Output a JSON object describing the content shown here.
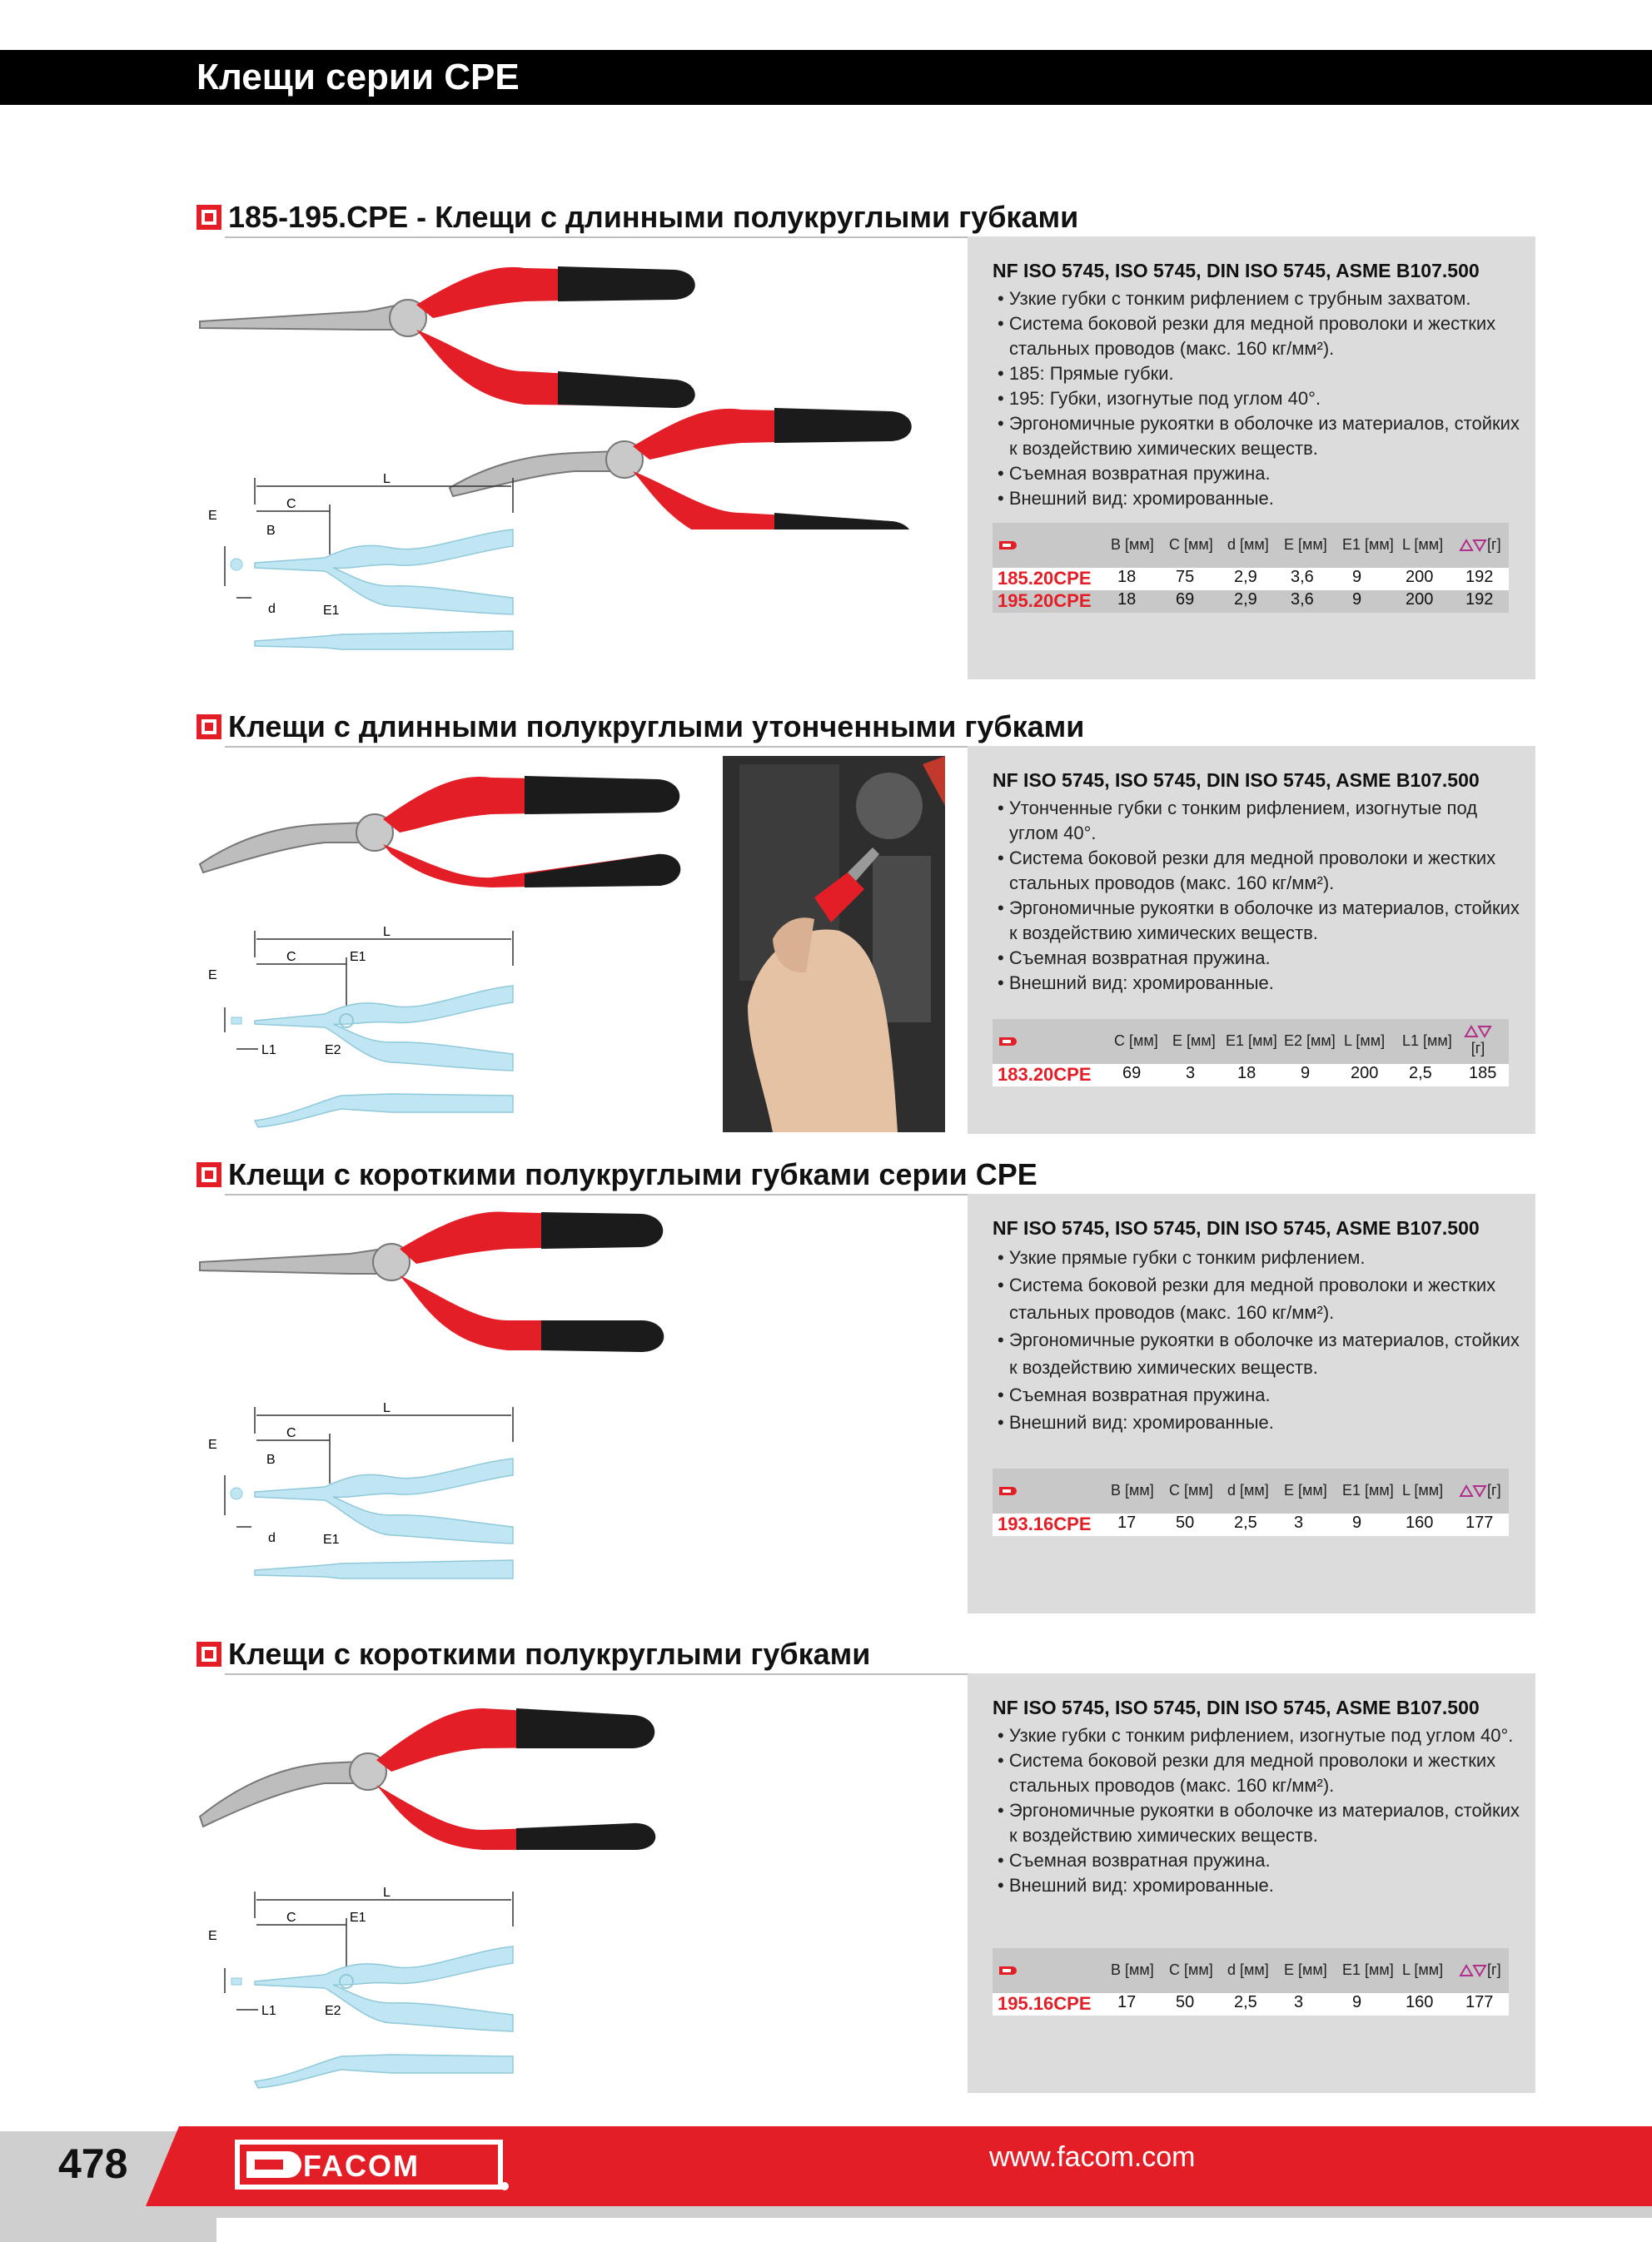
{
  "header": {
    "title": "Клещи серии CPE"
  },
  "sections": [
    {
      "title": "185-195.CPE - Клещи с длинными полукруглыми губками",
      "standard": "NF ISO 5745, ISO 5745, DIN ISO 5745, ASME B107.500",
      "bullets": [
        "Узкие губки с тонким рифлением с трубным захватом.",
        "Система боковой резки для медной проволоки и жестких стальных проводов (макс. 160 кг/мм²).",
        "185: Прямые губки.",
        "195: Губки, изогнутые под углом 40°.",
        "Эргономичные рукоятки в оболочке из материалов, стойких к воздействию химических веществ.",
        "Съемная возвратная пружина.",
        "Внешний вид: хромированные."
      ],
      "columns": [
        "B [мм]",
        "C [мм]",
        "d [мм]",
        "E [мм]",
        "E1 [мм]",
        "L [мм]",
        "[г]"
      ],
      "rows": [
        [
          "185.20CPE",
          "18",
          "75",
          "2,9",
          "3,6",
          "9",
          "200",
          "192"
        ],
        [
          "195.20CPE",
          "18",
          "69",
          "2,9",
          "3,6",
          "9",
          "200",
          "192"
        ]
      ],
      "dims": [
        "L",
        "C",
        "B",
        "E",
        "d",
        "E1"
      ]
    },
    {
      "title": "Клещи с длинными полукруглыми утонченными губками",
      "standard": "NF ISO 5745, ISO 5745, DIN ISO 5745, ASME B107.500",
      "bullets": [
        "Утонченные губки с тонким рифлением, изогнутые под углом 40°.",
        "Система боковой резки для медной проволоки и жестких стальных проводов (макс. 160 кг/мм²).",
        "Эргономичные рукоятки в оболочке из материалов, стойких к воздействию химических веществ.",
        "Съемная возвратная пружина.",
        "Внешний вид: хромированные."
      ],
      "columns": [
        "C [мм]",
        "E [мм]",
        "E1 [мм]",
        "E2 [мм]",
        "L [мм]",
        "L1 [мм]",
        "[г]"
      ],
      "rows": [
        [
          "183.20CPE",
          "69",
          "3",
          "18",
          "9",
          "200",
          "2,5",
          "185"
        ]
      ],
      "dims": [
        "L",
        "C",
        "E1",
        "E",
        "L1",
        "E2"
      ]
    },
    {
      "title": "Клещи с короткими полукруглыми губками серии CPE",
      "standard": "NF ISO 5745, ISO 5745, DIN ISO 5745, ASME B107.500",
      "bullets": [
        "Узкие прямые губки с тонким рифлением.",
        "Система боковой резки для медной проволоки и жестких стальных проводов (макс. 160 кг/мм²).",
        "Эргономичные рукоятки в оболочке из материалов, стойких к воздействию химических веществ.",
        "Съемная возвратная пружина.",
        "Внешний вид: хромированные."
      ],
      "columns": [
        "B [мм]",
        "C [мм]",
        "d [мм]",
        "E [мм]",
        "E1 [мм]",
        "L [мм]",
        "[г]"
      ],
      "rows": [
        [
          "193.16CPE",
          "17",
          "50",
          "2,5",
          "3",
          "9",
          "160",
          "177"
        ]
      ],
      "dims": [
        "L",
        "C",
        "B",
        "E",
        "d",
        "E1"
      ]
    },
    {
      "title": "Клещи с короткими полукруглыми губками",
      "standard": "NF ISO 5745, ISO 5745, DIN ISO 5745, ASME B107.500",
      "bullets": [
        "Узкие губки с тонким рифлением, изогнутые под углом 40°.",
        "Система боковой резки для медной проволоки и жестких стальных проводов (макс. 160 кг/мм²).",
        "Эргономичные рукоятки в оболочке из материалов, стойких к воздействию химических веществ.",
        "Съемная возвратная пружина.",
        "Внешний вид: хромированные."
      ],
      "columns": [
        "B [мм]",
        "C [мм]",
        "d [мм]",
        "E [мм]",
        "E1 [мм]",
        "L [мм]",
        "[г]"
      ],
      "rows": [
        [
          "195.16CPE",
          "17",
          "50",
          "2,5",
          "3",
          "9",
          "160",
          "177"
        ]
      ],
      "dims": [
        "L",
        "C",
        "E1",
        "E",
        "L1",
        "E2"
      ]
    }
  ],
  "footer": {
    "page_number": "478",
    "brand": "FACOM",
    "url": "www.facom.com"
  },
  "colors": {
    "accent": "#e31e26",
    "panel": "#dcdcdc",
    "weight_icon": "#b0308a",
    "diagram": "#bfe6f2"
  }
}
